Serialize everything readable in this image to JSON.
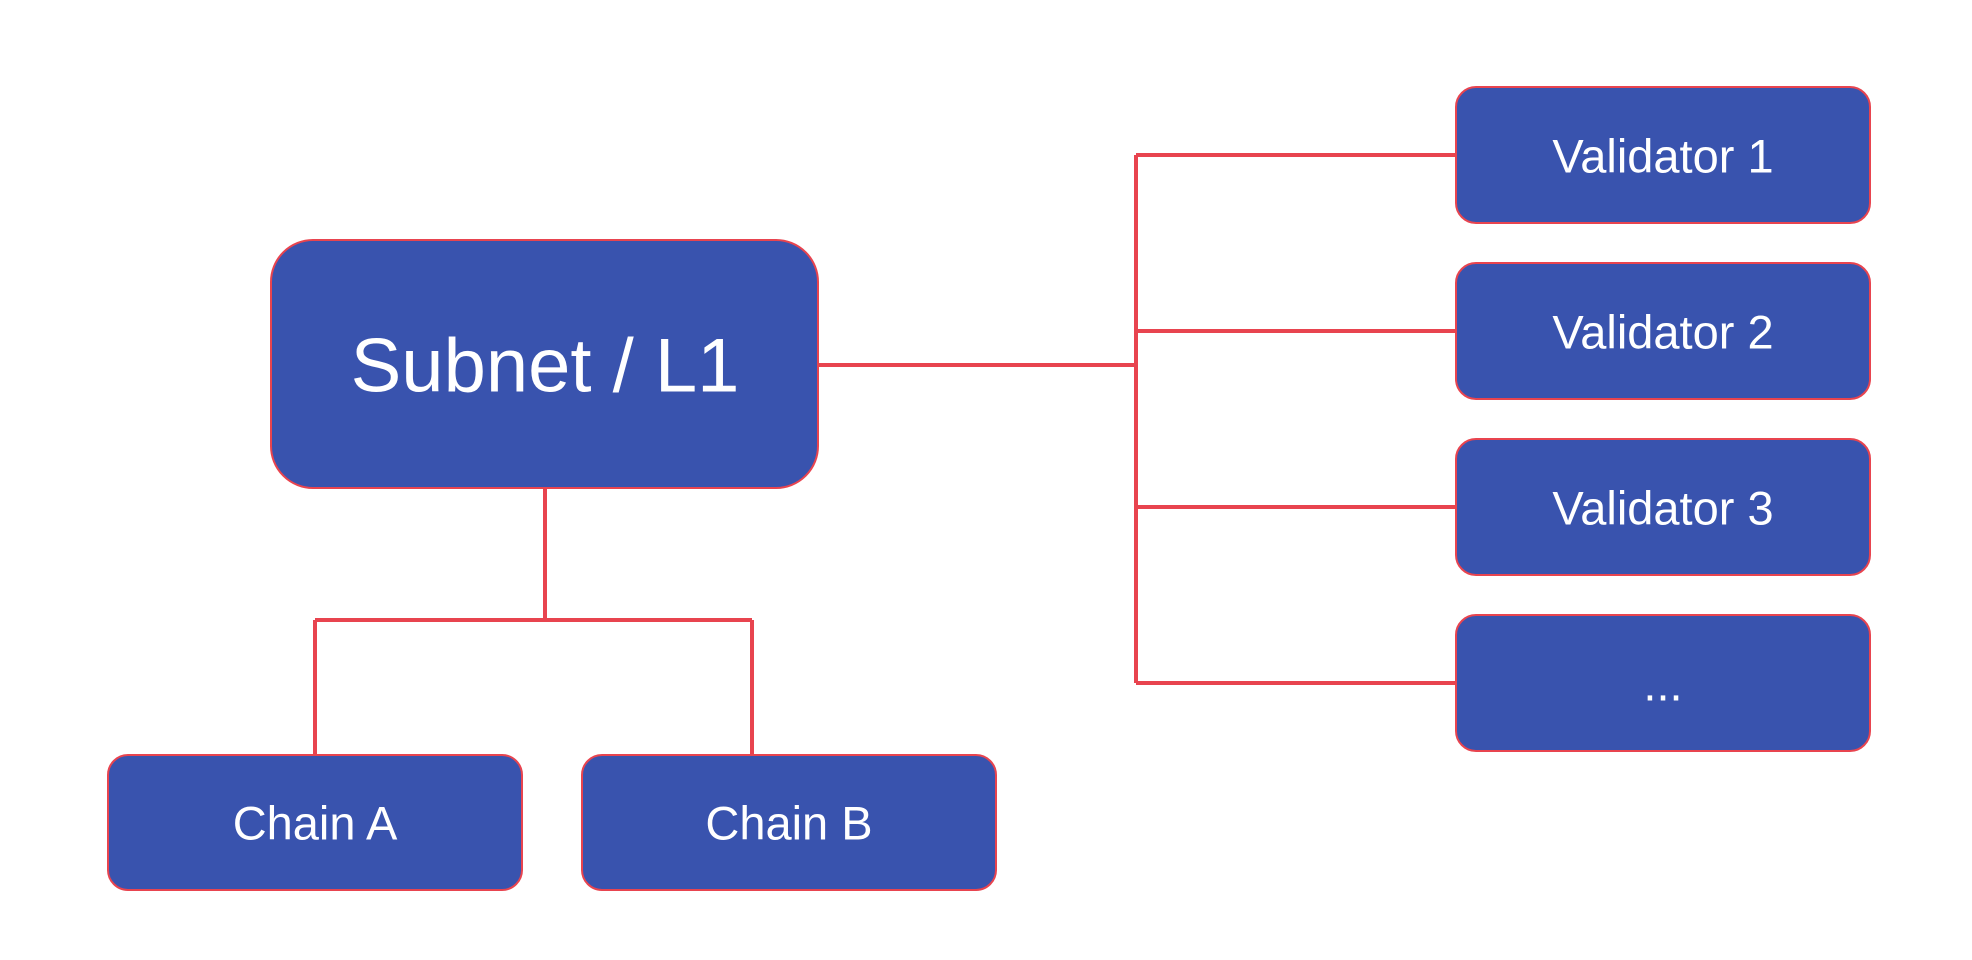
{
  "colors": {
    "node_fill": "#3953AE",
    "node_stroke": "#E8444F",
    "connector": "#E8444F",
    "label": "#FFFFFF",
    "background": "#FFFFFF"
  },
  "nodes": {
    "root": {
      "label": "Subnet / L1"
    },
    "chains": [
      {
        "label": "Chain A"
      },
      {
        "label": "Chain B"
      }
    ],
    "validators": [
      {
        "label": "Validator 1"
      },
      {
        "label": "Validator 2"
      },
      {
        "label": "Validator 3"
      },
      {
        "label": "..."
      }
    ]
  },
  "edges": [
    {
      "from": "Subnet / L1",
      "to": "Chain A"
    },
    {
      "from": "Subnet / L1",
      "to": "Chain B"
    },
    {
      "from": "Subnet / L1",
      "to": "Validator 1"
    },
    {
      "from": "Subnet / L1",
      "to": "Validator 2"
    },
    {
      "from": "Subnet / L1",
      "to": "Validator 3"
    },
    {
      "from": "Subnet / L1",
      "to": "..."
    }
  ]
}
